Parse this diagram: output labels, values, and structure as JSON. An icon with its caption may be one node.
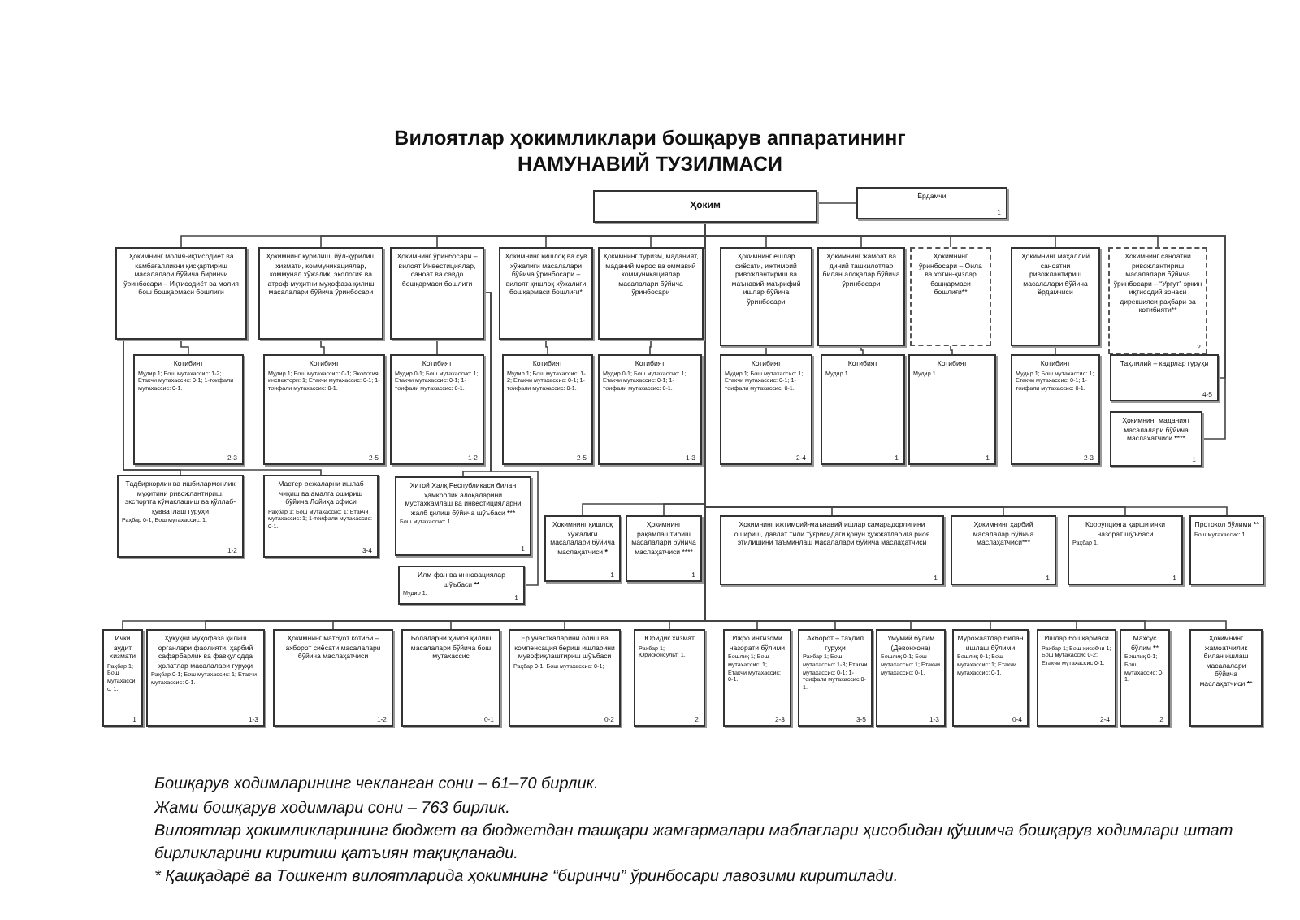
{
  "diagram": {
    "title": "Вилоятлар ҳокимликлари бошқарув аппаратининг НАМУНАВИЙ ТУЗИЛМАСИ",
    "nodes": [
      {
        "text": [
          "Ҳоким"
        ]
      },
      {
        "text": [
          "Ёрдамчи",
          "1"
        ]
      },
      {
        "text": [
          "Ҳокимнинг молия-иқтисодиёт ва камбағалликни қисқартириш масалалари бўйича биринчи ўринбосари – Иқтисодиёт ва молия бош бошқармаси бошлиғи"
        ]
      },
      {
        "text": [
          "Ҳокимнинг қурилиш, йўл-қурилиш хизмати, коммуникациялар, коммунал хўжалик, экология ва атроф-муҳитни муҳофаза қилиш масалалари бўйича ўринбосари"
        ]
      },
      {
        "text": [
          "Ҳокимнинг ўринбосари – вилоят Инвестициялар, саноат ва савдо бошқармаси бошлиғи"
        ]
      },
      {
        "text": [
          "Ҳокимнинг қишлоқ ва сув хўжалиги масалалари бўйича ўринбосари – вилоят қишлоқ хўжалиги бошқармаси бошлиғи*"
        ]
      },
      {
        "text": [
          "Ҳокимнинг туризм, маданият, маданий мерос ва оммавий коммуникациялар масалалари бўйича ўринбосари"
        ]
      },
      {
        "text": [
          "Ҳокимнинг ёшлар сиёсати, ижтимоий ривожлантириш ва маънавий-маърифий ишлар бўйича ўринбосари"
        ]
      },
      {
        "text": [
          "Ҳокимнинг жамоат ва диний ташкилотлар билан алоқалар бўйича ўринбосари"
        ]
      },
      {
        "text": [
          "Ҳокимнинг ўринбосари – Оила ва хотин-қизлар бошқармаси бошлиғи**"
        ]
      },
      {
        "text": [
          "Ҳокимнинг маҳаллий саноатни ривожлантириш масалалари бўйича ёрдамчиси"
        ]
      },
      {
        "text": [
          "Ҳокимнинг саноатни ривожлантириш масалалари бўйича ўринбосари – “Ургут” эркин иқтисодий зонаси дирекцияси раҳбари ва котибияти**",
          "2"
        ]
      },
      {
        "text": [
          "Котибият",
          "Мудир 1; Бош мутахассис: 1-2; Етакчи мутахассис: 0-1; 1-тоифали мутахассис: 0-1.",
          "2-3"
        ]
      },
      {
        "text": [
          "Котибият",
          "Мудир 1; Бош мутахассис: 0-1; Экология инспектори: 1; Етакчи мутахассис: 0-1; 1-тоифали мутахассис: 0-1.",
          "2-5"
        ]
      },
      {
        "text": [
          "Котибият",
          "Мудир 0-1; Бош мутахассис: 1; Етакчи мутахассис: 0-1; 1-тоифали мутахассис: 0-1.",
          "1-2"
        ]
      },
      {
        "text": [
          "Котибият",
          "Мудир 1; Бош мутахассис: 1-2; Етакчи мутахассис: 0-1; 1-тоифали мутахассис: 0-1.",
          "2-5"
        ]
      },
      {
        "text": [
          "Котибият",
          "Мудир 0-1; Бош мутахассис: 1; Етакчи мутахассис: 0-1; 1-тоифали мутахассис: 0-1.",
          "1-3"
        ]
      },
      {
        "text": [
          "Котибият",
          "Мудир 1; Бош мутахассис: 1; Етакчи мутахассис: 0-1; 1-тоифали мутахассис: 0-1.",
          "2-4"
        ]
      },
      {
        "text": [
          "Котибият",
          "Мудир 1.",
          "1"
        ]
      },
      {
        "text": [
          "Котибият",
          "Мудир 1.",
          "1"
        ]
      },
      {
        "text": [
          "Котибият",
          "Мудир 1; Бош мутахассис: 1; Етакчи мутахассис: 0-1; 1-тоифали мутахассис: 0-1.",
          "2-3"
        ]
      },
      {
        "text": [
          "Таҳлилий – кадрлар гуруҳи",
          "4-5"
        ]
      },
      {
        "text": [
          "Ҳокимнинг маданият масалалари бўйича маслаҳатчиси ********",
          "1"
        ]
      },
      {
        "text": [
          "Тадбиркорлик ва ишбилармонлик муҳитини ривожлантириш, экспортга кўмаклашиш ва қўллаб-қувватлаш гуруҳи",
          "Раҳбар 0-1; Бош мутахассис: 1.",
          "1-2"
        ]
      },
      {
        "text": [
          "Мастер-режаларни ишлаб чиқиш ва амалга ошириш бўйича Лойиҳа офиси",
          "Раҳбар 1; Бош мутахассис: 1; Етакчи мутахассис: 1; 1-тоифали мутахассис: 0-1.",
          "3-4"
        ]
      },
      {
        "text": [
          "Хитой Халқ Республикаси билан ҳамкорлик алоқаларини мустаҳкамлаш ва инвестицияларни жалб қилиш бўйича шўъбаси *******",
          "Бош мутахассис: 1.",
          "1"
        ]
      },
      {
        "text": [
          "Илм-фан ва инновациялар шўъбаси **********",
          "Мудир 1.",
          "1"
        ]
      },
      {
        "text": [
          "Ҳокимнинг қишлоқ хўжалиги масалалари бўйича маслаҳатчиси *****",
          "1"
        ]
      },
      {
        "text": [
          "Ҳокимнинг рақамлаштириш масалалари бўйича маслаҳатчиси ****",
          "1"
        ]
      },
      {
        "text": [
          "Ҳокимнинг ижтимоий-маънавий ишлар самарадорлигини ошириш, давлат тили тўғрисидаги қонун ҳужжатларига риоя этилишини таъминлаш масалалари бўйича маслаҳатчиси",
          "1"
        ]
      },
      {
        "text": [
          "Ҳокимнинг ҳарбий масалалар бўйича маслаҳатчиси***",
          "1"
        ]
      },
      {
        "text": [
          "Коррупцияга қарши ички назорат шўъбаси",
          "Раҳбар 1.",
          "1"
        ]
      },
      {
        "text": [
          "Протокол бўлими ******",
          "Бош мутахассис: 1."
        ]
      },
      {
        "text": [
          "Ички аудит хизмати",
          "Раҳбар 1; Бош мутахассис: 1.",
          "1"
        ]
      },
      {
        "text": [
          "Ҳуқуқни муҳофаза қилиш органлари фаолияти, ҳарбий сафарбарлик ва фавқулодда ҳолатлар масалалари гуруҳи",
          "Раҳбар 0-1; Бош мутахассис: 1; Етакчи мутахассис: 0-1.",
          "1-3"
        ]
      },
      {
        "text": [
          "Ҳокимнинг матбуот котиби – ахборот сиёсати масалалари бўйича маслаҳатчиси",
          "1-2"
        ]
      },
      {
        "text": [
          "Болаларни ҳимоя қилиш масалалари бўйича бош мутахассис",
          "0-1"
        ]
      },
      {
        "text": [
          "Ер участкаларини олиш ва компенсация бериш ишларини мувофиқлаштириш шўъбаси",
          "Раҳбар 0-1; Бош мутахассис: 0-1;",
          "0-2"
        ]
      },
      {
        "text": [
          "Юридик хизмат",
          "Раҳбар 1; Юрисконсульт: 1.",
          "2"
        ]
      },
      {
        "text": [
          "Ижро интизоми назорати бўлими",
          "Бошлиқ 1; Бош мутахассис: 1; Етакчи мутахассис: 0-1.",
          "2-3"
        ]
      },
      {
        "text": [
          "Ахборот – таҳлил гуруҳи",
          "Раҳбар 1; Бош мутахассис: 1-3; Етакчи мутахассис: 0-1; 1-тоифали мутахассис 0-1.",
          "3-5"
        ]
      },
      {
        "text": [
          "Умумий бўлим (Девонхона)",
          "Бошлиқ 0-1; Бош мутахассис: 1; Етакчи мутахассис: 0-1.",
          "1-3"
        ]
      },
      {
        "text": [
          "Мурожаатлар билан ишлаш бўлими",
          "Бошлиқ 0-1; Бош мутахассис: 1; Етакчи мутахассис: 0-1.",
          "0-4"
        ]
      },
      {
        "text": [
          "Ишлар бошқармаси",
          "Раҳбар 1; Бош ҳисобчи 1; Бош мутахассис 0-2; Етакчи мутахассис 0-1.",
          "2-4"
        ]
      },
      {
        "text": [
          "Махсус бўлим ******",
          "Бошлиқ 0-1; Бош мутахассис: 0-1.",
          "2"
        ]
      },
      {
        "text": [
          "Ҳокимнинг жамоатчилик билан ишлаш масалалари бўйича маслаҳатчиси ******"
        ]
      }
    ],
    "edges": [
      {
        "from": 0,
        "to": 1,
        "arrow": "none"
      },
      {
        "from": 0,
        "to": 2,
        "arrow": "none"
      },
      {
        "from": 0,
        "to": 3,
        "arrow": "none"
      },
      {
        "from": 0,
        "to": 4,
        "arrow": "none"
      },
      {
        "from": 0,
        "to": 5,
        "arrow": "none"
      },
      {
        "from": 0,
        "to": 6,
        "arrow": "none"
      },
      {
        "from": 0,
        "to": 7,
        "arrow": "none"
      },
      {
        "from": 0,
        "to": 8,
        "arrow": "none"
      },
      {
        "from": 0,
        "to": 9,
        "arrow": "none"
      },
      {
        "from": 0,
        "to": 10,
        "arrow": "none"
      },
      {
        "from": 0,
        "to": 11,
        "arrow": "none"
      },
      {
        "from": 2,
        "to": 12,
        "arrow": "none"
      },
      {
        "from": 3,
        "to": 13,
        "arrow": "none"
      },
      {
        "from": 4,
        "to": 14,
        "arrow": "none"
      },
      {
        "from": 5,
        "to": 15,
        "arrow": "none"
      },
      {
        "from": 6,
        "to": 16,
        "arrow": "none"
      },
      {
        "from": 7,
        "to": 17,
        "arrow": "none"
      },
      {
        "from": 8,
        "to": 18,
        "arrow": "none"
      },
      {
        "from": 9,
        "to": 19,
        "arrow": "none"
      },
      {
        "from": 10,
        "to": 20,
        "arrow": "none"
      },
      {
        "from": 0,
        "to": 21,
        "arrow": "none"
      },
      {
        "from": 0,
        "to": 22,
        "arrow": "none"
      },
      {
        "from": 2,
        "to": 23,
        "arrow": "none"
      },
      {
        "from": 2,
        "to": 24,
        "arrow": "none"
      },
      {
        "from": 4,
        "to": 25,
        "arrow": "none"
      },
      {
        "from": 4,
        "to": 26,
        "arrow": "none"
      },
      {
        "from": 0,
        "to": 27,
        "arrow": "none"
      },
      {
        "from": 0,
        "to": 28,
        "arrow": "none"
      },
      {
        "from": 0,
        "to": 29,
        "arrow": "none"
      },
      {
        "from": 0,
        "to": 30,
        "arrow": "none"
      },
      {
        "from": 0,
        "to": 31,
        "arrow": "none"
      },
      {
        "from": 0,
        "to": 32,
        "arrow": "none"
      },
      {
        "from": 0,
        "to": 33,
        "arrow": "none"
      },
      {
        "from": 0,
        "to": 34,
        "arrow": "none"
      },
      {
        "from": 0,
        "to": 35,
        "arrow": "none"
      },
      {
        "from": 0,
        "to": 36,
        "arrow": "none"
      },
      {
        "from": 0,
        "to": 37,
        "arrow": "none"
      },
      {
        "from": 0,
        "to": 38,
        "arrow": "none"
      },
      {
        "from": 0,
        "to": 39,
        "arrow": "none"
      },
      {
        "from": 0,
        "to": 40,
        "arrow": "none"
      },
      {
        "from": 0,
        "to": 41,
        "arrow": "none"
      },
      {
        "from": 0,
        "to": 42,
        "arrow": "none"
      },
      {
        "from": 0,
        "to": 43,
        "arrow": "none"
      },
      {
        "from": 0,
        "to": 44,
        "arrow": "none"
      },
      {
        "from": 0,
        "to": 45,
        "arrow": "none"
      }
    ],
    "labels": [
      "Бошқарув ходимларининг чекланган сони – 61–70 бирлик.",
      "Жами бошқарув ходимлари сони – 763 бирлик.",
      "Вилоятлар ҳокимликларининг бюджет ва бюджетдан ташқари жамғармалари маблағлари ҳисобидан қўшимча бошқарув ходимлари штат бирликларини киритиш қатъиян тақиқланади.",
      "* Қашқадарё ва Тошкент вилоятларида ҳокимнинг “биринчи” ўринбосари лавозими киритилади."
    ]
  }
}
